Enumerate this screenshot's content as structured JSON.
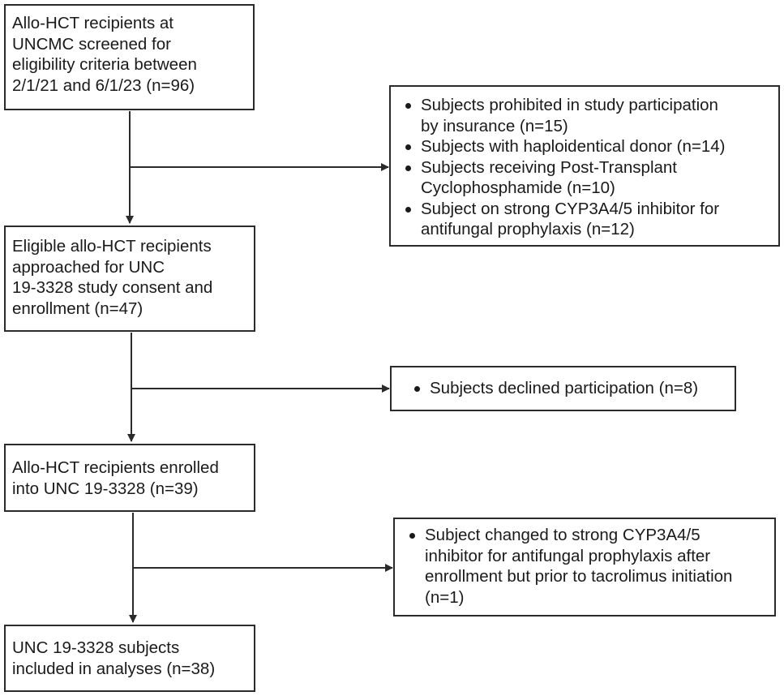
{
  "main_boxes": [
    {
      "lines": [
        "Allo-HCT recipients at",
        "UNCMC screened for",
        "eligibility criteria between",
        "2/1/21 and 6/1/23 (n=96)"
      ]
    },
    {
      "lines": [
        "Eligible allo-HCT recipients",
        "approached for UNC",
        "19-3328 study consent and",
        "enrollment (n=47)"
      ]
    },
    {
      "lines": [
        "Allo-HCT recipients enrolled",
        "into UNC 19-3328 (n=39)"
      ]
    },
    {
      "lines": [
        "UNC 19-3328  subjects",
        "included in analyses (n=38)"
      ]
    }
  ],
  "exclusion_boxes": [
    {
      "items": [
        {
          "lines": [
            "Subjects prohibited in study participation",
            "by insurance (n=15)"
          ]
        },
        {
          "lines": [
            "Subjects with haploidentical donor (n=14)"
          ]
        },
        {
          "lines": [
            "Subjects receiving Post-Transplant",
            "Cyclophosphamide (n=10)"
          ]
        },
        {
          "lines": [
            "Subject on strong CYP3A4/5 inhibitor for",
            "antifungal prophylaxis (n=12)"
          ]
        }
      ]
    },
    {
      "items": [
        {
          "lines": [
            "Subjects declined participation (n=8)"
          ]
        }
      ]
    },
    {
      "items": [
        {
          "lines": [
            "Subject changed to strong CYP3A4/5",
            "inhibitor for antifungal prophylaxis after",
            "enrollment but prior to tacrolimus initiation",
            "(n=1)"
          ]
        }
      ]
    }
  ]
}
